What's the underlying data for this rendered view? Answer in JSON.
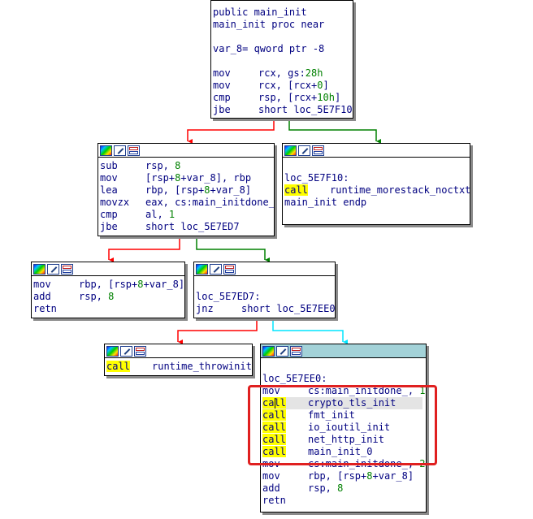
{
  "colors": {
    "edge_false": "#ff0000",
    "edge_true": "#008000",
    "edge_uncond": "#00e5ff",
    "text": "#000080",
    "number": "#008000",
    "call_highlight": "#ffff00",
    "selected_header": "#a3d2d8",
    "annotation_box": "#e02020"
  },
  "header_icons": [
    "color-palette-icon",
    "edit-icon",
    "graph-overview-icon"
  ],
  "nodes": {
    "entry": {
      "lines": [
        {
          "text": "public main_init"
        },
        {
          "text": "main_init proc near"
        },
        {
          "blank": true
        },
        {
          "text": "var_8= qword ptr -8"
        },
        {
          "blank": true
        },
        {
          "mnemonic": "mov",
          "operands": "rcx, gs:28h"
        },
        {
          "mnemonic": "mov",
          "operands": "rcx, [rcx+0]"
        },
        {
          "mnemonic": "cmp",
          "operands": "rsp, [rcx+10h]"
        },
        {
          "mnemonic": "jbe",
          "operands": "short loc_5E7F10"
        }
      ]
    },
    "prologue": {
      "lines": [
        {
          "mnemonic": "sub",
          "operands": "rsp, 8"
        },
        {
          "mnemonic": "mov",
          "operands": "[rsp+8+var_8], rbp"
        },
        {
          "mnemonic": "lea",
          "operands": "rbp, [rsp+8+var_8]"
        },
        {
          "mnemonic": "movzx",
          "operands": "eax, cs:main_initdone_"
        },
        {
          "mnemonic": "cmp",
          "operands": "al, 1"
        },
        {
          "mnemonic": "jbe",
          "operands": "short loc_5E7ED7"
        }
      ]
    },
    "morestack": {
      "lines": [
        {
          "blank": true
        },
        {
          "text": "loc_5E7F10:"
        },
        {
          "mnemonic": "call",
          "operands": "runtime_morestack_noctxt",
          "call": true
        },
        {
          "text": "main_init endp"
        }
      ]
    },
    "ret_early": {
      "lines": [
        {
          "mnemonic": "mov",
          "operands": "rbp, [rsp+8+var_8]"
        },
        {
          "mnemonic": "add",
          "operands": "rsp, 8"
        },
        {
          "mnemonic": "retn",
          "operands": ""
        }
      ]
    },
    "check": {
      "lines": [
        {
          "blank": true
        },
        {
          "text": "loc_5E7ED7:"
        },
        {
          "mnemonic": "jnz",
          "operands": "short loc_5E7EE0"
        }
      ]
    },
    "throwinit": {
      "lines": [
        {
          "mnemonic": "call",
          "operands": "runtime_throwinit",
          "call": true
        }
      ]
    },
    "init_calls": {
      "lines": [
        {
          "blank": true
        },
        {
          "text": "loc_5E7EE0:"
        },
        {
          "mnemonic": "mov",
          "operands": "cs:main_initdone_, 1"
        },
        {
          "mnemonic": "call",
          "operands": "crypto_tls_init",
          "call": true,
          "current": true
        },
        {
          "mnemonic": "call",
          "operands": "fmt_init",
          "call": true
        },
        {
          "mnemonic": "call",
          "operands": "io_ioutil_init",
          "call": true
        },
        {
          "mnemonic": "call",
          "operands": "net_http_init",
          "call": true
        },
        {
          "mnemonic": "call",
          "operands": "main_init_0",
          "call": true
        },
        {
          "mnemonic": "mov",
          "operands": "cs:main_initdone_, 2"
        },
        {
          "mnemonic": "mov",
          "operands": "rbp, [rsp+8+var_8]"
        },
        {
          "mnemonic": "add",
          "operands": "rsp, 8"
        },
        {
          "mnemonic": "retn",
          "operands": ""
        }
      ]
    }
  }
}
